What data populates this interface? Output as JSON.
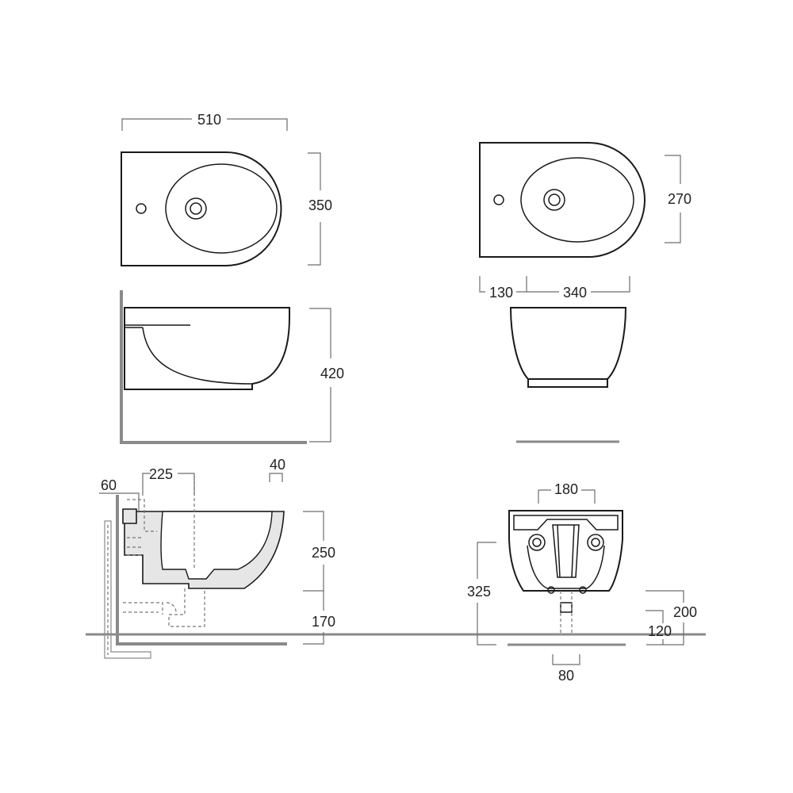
{
  "dimensions": {
    "top_view_length": "510",
    "top_view_width": "350",
    "top_view_right_width": "270",
    "front_offset": "130",
    "front_spacing": "340",
    "side_height": "420",
    "section_depth": "225",
    "section_wall_offset": "60",
    "section_small": "40",
    "section_bowl_height": "250",
    "section_floor_height": "170",
    "rear_fixing_width": "180",
    "rear_height": "325",
    "rear_height_200": "200",
    "rear_height_120": "120",
    "rear_bottom_width": "80"
  },
  "line_color": "#1a1a1a",
  "dimension_color": "#6d6d6d",
  "wall_color": "#8a8a8a"
}
